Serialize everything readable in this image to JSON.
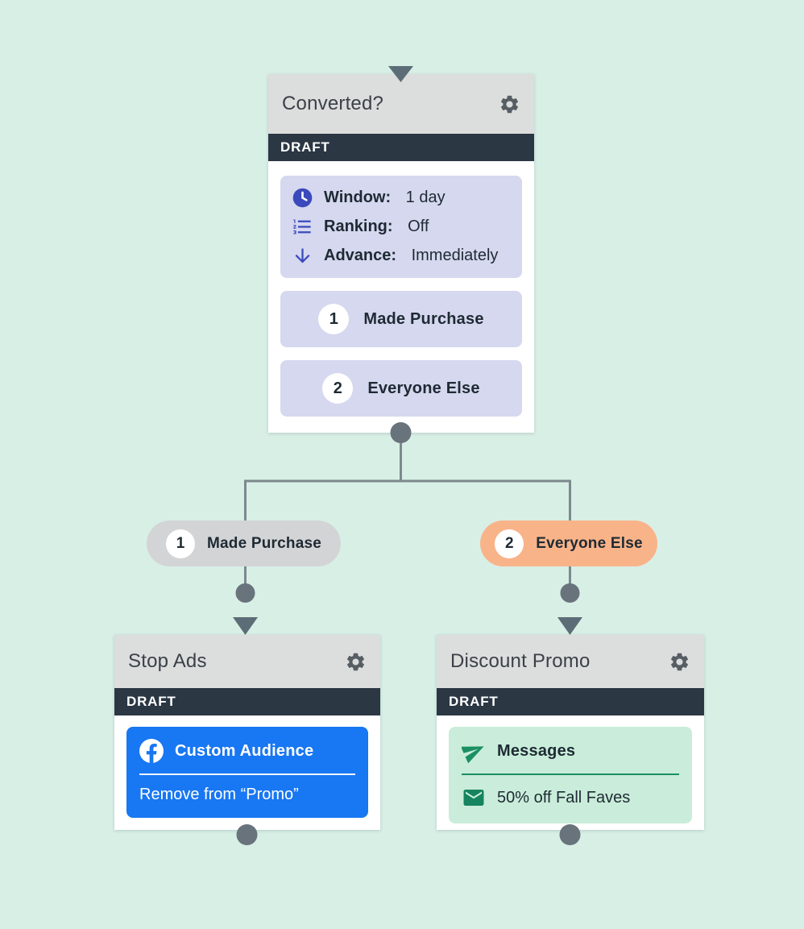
{
  "canvas": {
    "background": "#d8efe6"
  },
  "colors": {
    "card_header": "#dcdddd",
    "draft_bar": "#2b3743",
    "lavender_panel": "#d6d8ef",
    "indigo_icon": "#3a4abc",
    "gray_pill": "#d3d4d6",
    "orange_pill": "#f9b389",
    "facebook_blue": "#1877f2",
    "green_panel": "#c9edda",
    "green_icon": "#1b8f63",
    "connector_line": "#7d898d",
    "connector_dot": "#68737c",
    "connector_arrow": "#5d6d77",
    "dark_text": "#1e2a33"
  },
  "nodes": {
    "converted": {
      "title": "Converted?",
      "status": "DRAFT",
      "settings": [
        {
          "icon": "clock-icon",
          "label": "Window:",
          "value": " 1 day"
        },
        {
          "icon": "ranking-icon",
          "label": "Ranking:",
          "value": " Off"
        },
        {
          "icon": "advance-icon",
          "label": "Advance:",
          "value": " Immediately"
        }
      ],
      "branches": [
        {
          "number": "1",
          "label": "Made Purchase"
        },
        {
          "number": "2",
          "label": "Everyone Else"
        }
      ]
    },
    "stop_ads": {
      "title": "Stop Ads",
      "status": "DRAFT",
      "action": {
        "icon": "facebook-icon",
        "title": "Custom Audience",
        "detail": "Remove from “Promo”"
      }
    },
    "discount_promo": {
      "title": "Discount Promo",
      "status": "DRAFT",
      "action": {
        "icon": "paper-plane-icon",
        "title": "Messages",
        "detail_icon": "envelope-icon",
        "detail": "50% off Fall Faves"
      }
    }
  },
  "pills": [
    {
      "number": "1",
      "label": "Made Purchase",
      "color": "#d3d4d6"
    },
    {
      "number": "2",
      "label": "Everyone Else",
      "color": "#f9b389"
    }
  ]
}
